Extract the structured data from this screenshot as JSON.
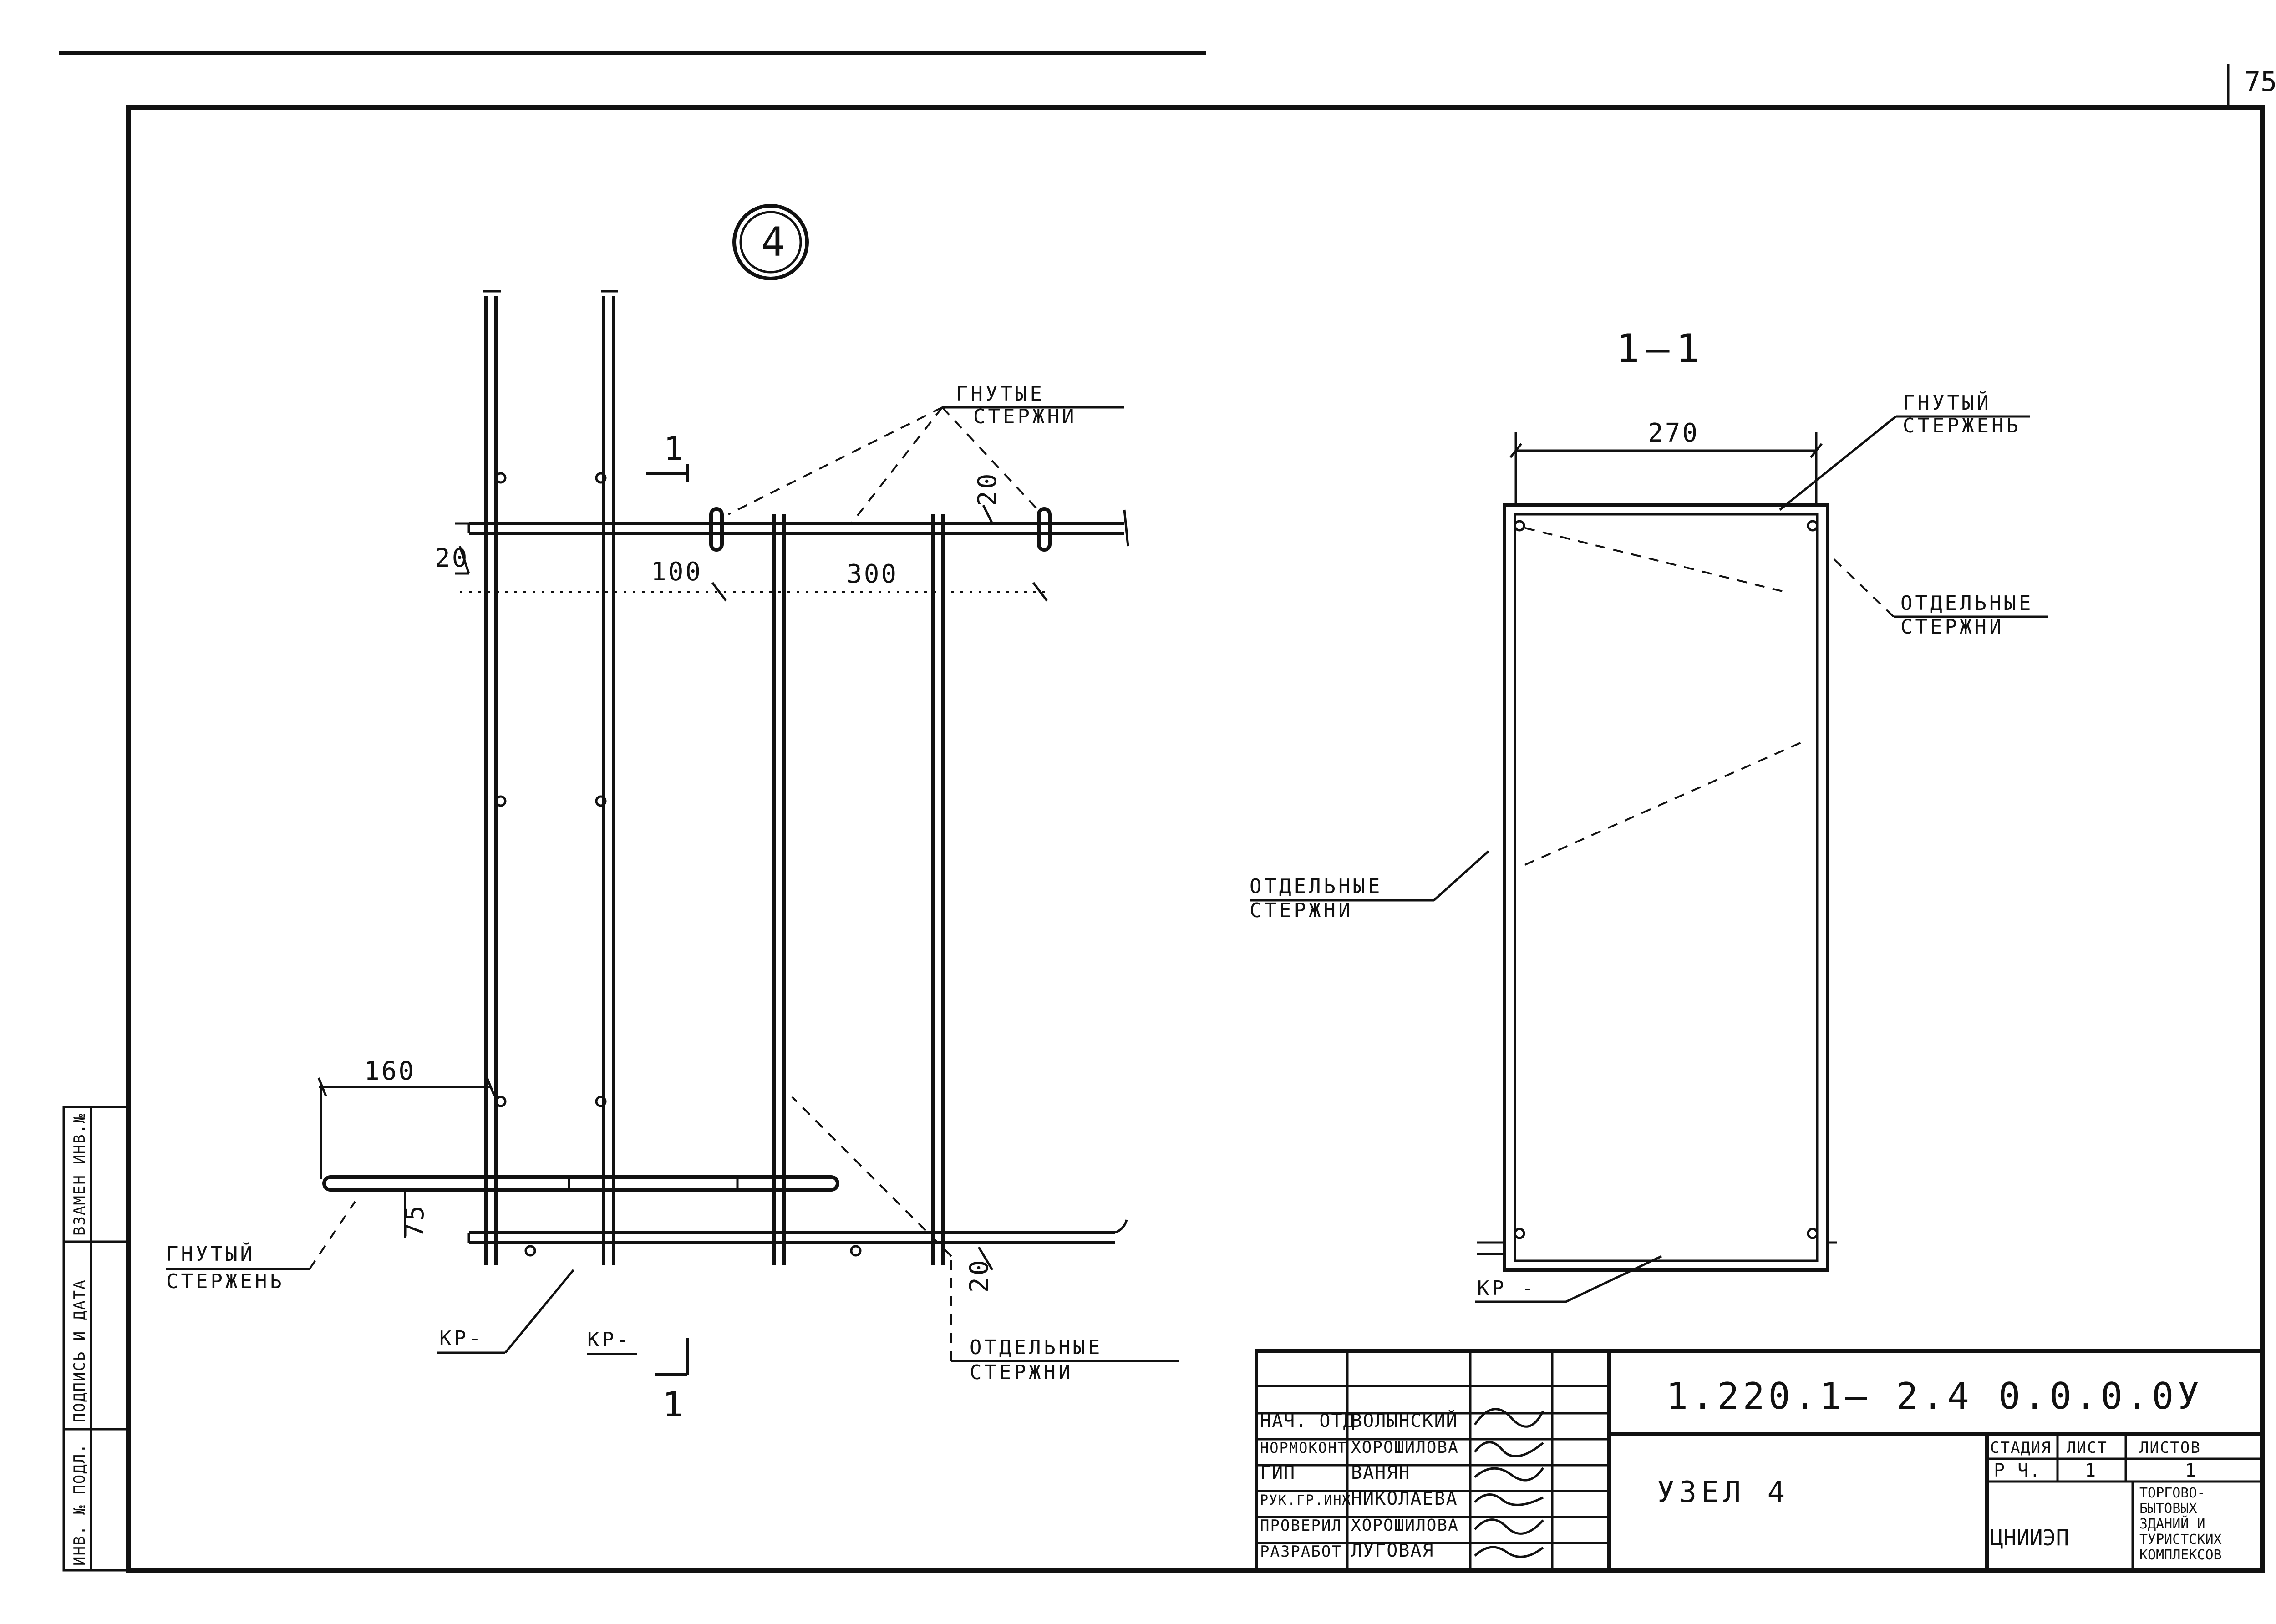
{
  "sheet": {
    "page_number": "75",
    "node_number": "4",
    "section_title": "1—1",
    "section_marker": "1",
    "section_marker_bottom": "1"
  },
  "labels": {
    "bent_rods_plural": [
      "ГНУТЫЕ",
      "СТЕРЖНИ"
    ],
    "bent_rod_left": [
      "ГНУТЫЙ",
      "СТЕРЖЕНЬ"
    ],
    "separate_rods_bottom": [
      "ОТДЕЛЬНЫЕ",
      "СТЕРЖНИ"
    ],
    "kr_1": "КР-",
    "kr_2": "КР-",
    "section_bent_rod": [
      "ГНУТЫЙ",
      "СТЕРЖЕНЬ"
    ],
    "section_separate_rods_right": [
      "ОТДЕЛЬНЫЕ",
      "СТЕРЖНИ"
    ],
    "section_separate_rods_left": [
      "ОТДЕЛЬНЫЕ",
      "СТЕРЖНИ"
    ],
    "section_kr": "КР -"
  },
  "dimensions": {
    "d20_top": "20",
    "d20_left": "20",
    "d100": "100",
    "d300": "300",
    "d160": "160",
    "d75": "75",
    "d20_bottom": "20",
    "d270": "270"
  },
  "title_block": {
    "doc_code": "1.220.1— 2.4 0.0.0.0У",
    "title": "УЗЕЛ 4",
    "stage_header": "СТАДИЯ",
    "sheet_header": "ЛИСТ",
    "sheets_header": "ЛИСТОВ",
    "stage_value": "Р Ч.",
    "sheet_value": "1",
    "sheets_value": "1",
    "org": "ЦНИИЭП",
    "org_subtitle": [
      "ТОРГОВО-",
      "БЫТОВЫХ",
      "ЗДАНИЙ И",
      "ТУРИСТСКИХ",
      "КОМПЛЕКСОВ"
    ],
    "signatures": [
      {
        "role": "НАЧ. ОТД",
        "name": "ВОЛЫНСКИЙ"
      },
      {
        "role": "НОРМОКОНТ",
        "name": "ХОРОШИЛОВА"
      },
      {
        "role": "ГИП",
        "name": "ВАНЯН"
      },
      {
        "role": "РУК.ГР.ИНЖ",
        "name": "НИКОЛАЕВА"
      },
      {
        "role": "ПРОВЕРИЛ",
        "name": "ХОРОШИЛОВА"
      },
      {
        "role": "РАЗРАБОТ",
        "name": "ЛУГОВАЯ"
      }
    ]
  },
  "side_stamp": [
    "ИНВ. № ПОДЛ.",
    "ПОДПИСЬ И ДАТА",
    "ВЗАМЕН ИНВ.№"
  ]
}
